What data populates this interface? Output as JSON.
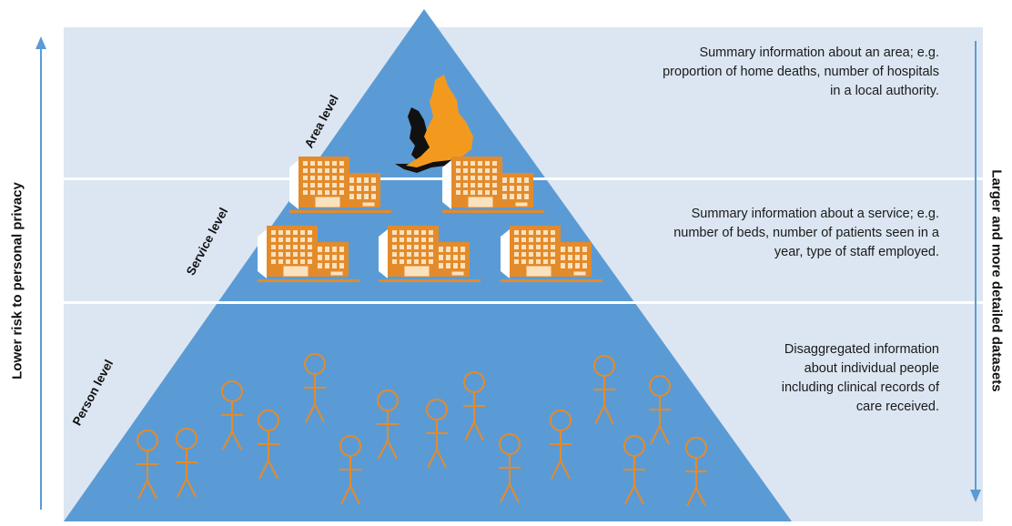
{
  "levels": [
    {
      "label": "Area level",
      "description": "Summary information about an area; e.g.\nproportion of home deaths, number of hospitals\nin a local authority."
    },
    {
      "label": "Service level",
      "description": "Summary information about a service; e.g.\nnumber of beds, number of patients seen in a\nyear, type of staff employed."
    },
    {
      "label": "Person level",
      "description": "Disaggregated information\nabout individual people\nincluding clinical records of\ncare received."
    }
  ],
  "left_axis_label": "Lower  risk to personal privacy",
  "right_axis_label": "Larger and more detailed datasets",
  "colors": {
    "band": "#dce6f2",
    "pyramid": "#5b9bd5",
    "accent": "#e38b2b",
    "arrow": "#5b9bd5",
    "map": "#f39a1e"
  },
  "icons": {
    "area": "england-map-icon",
    "service": "hospital-building-icon",
    "person": "stick-figure-person-icon"
  }
}
